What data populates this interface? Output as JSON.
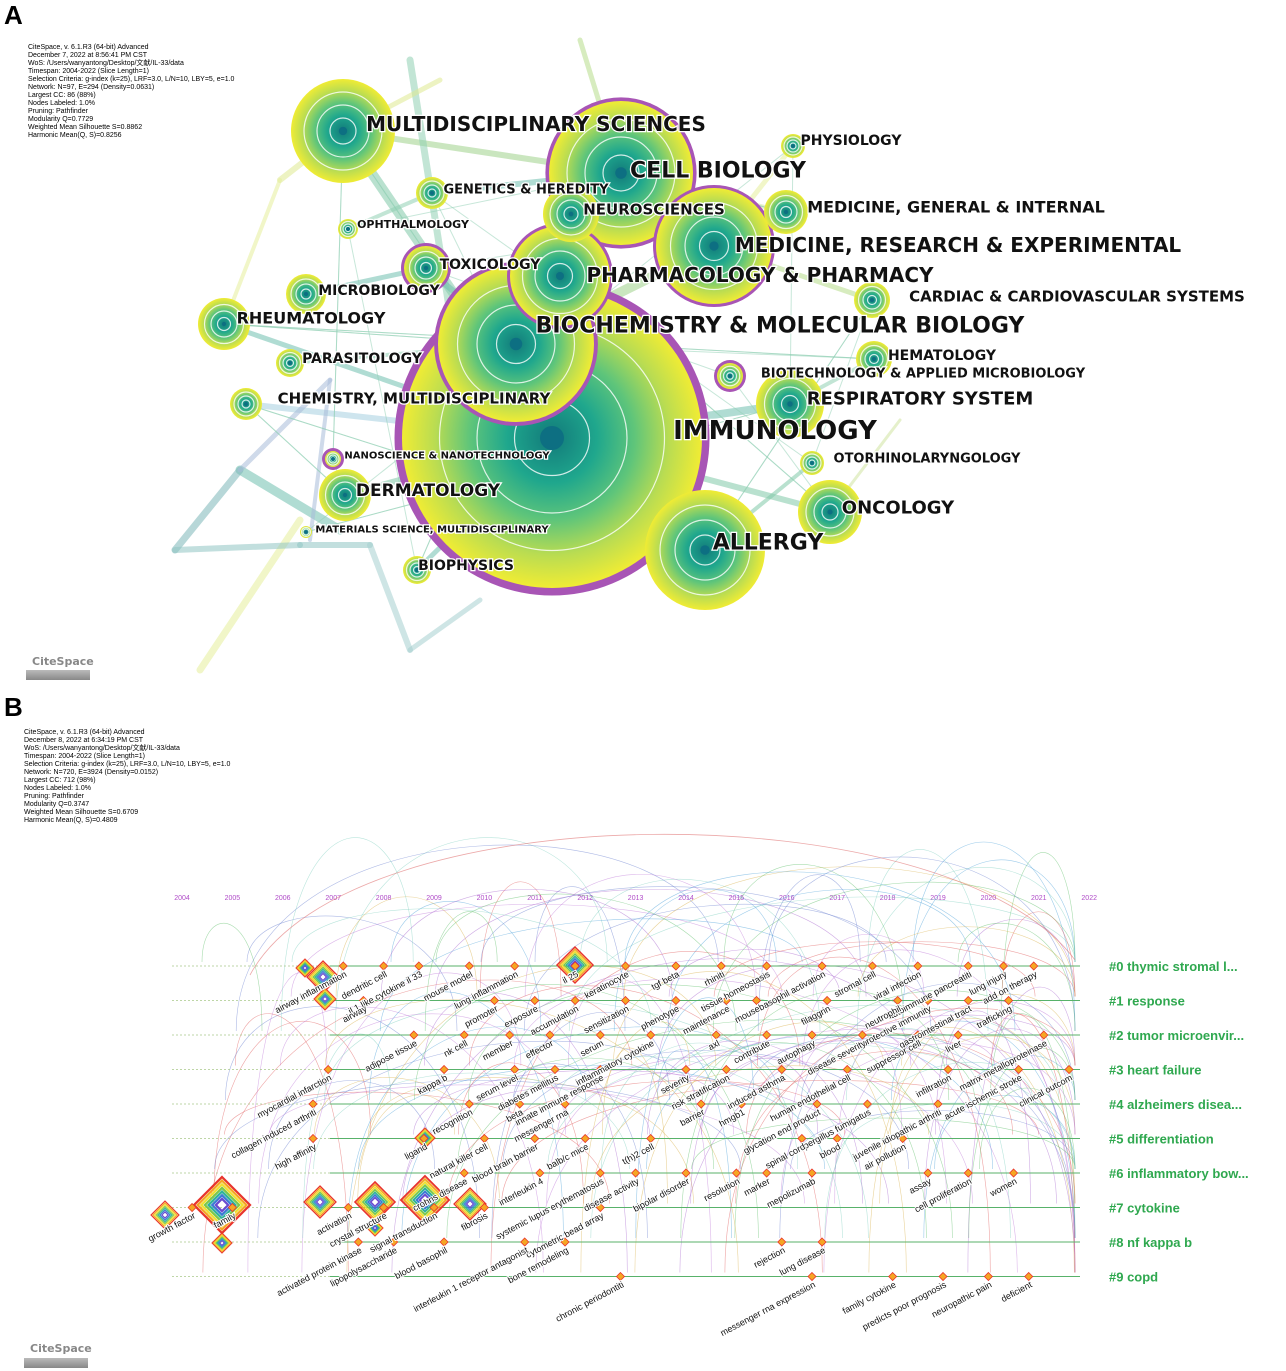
{
  "panelA": {
    "letter": "A",
    "meta": [
      "CiteSpace, v. 6.1.R3 (64-bit) Advanced",
      "December 7, 2022 at 8:56:41 PM CST",
      "WoS: /Users/wanyantong/Desktop/文献/IL-33/data",
      "Timespan: 2004-2022 (Slice Length=1)",
      "Selection Criteria: g-index (k=25), LRF=3.0, L/N=10, LBY=5, e=1.0",
      "Network: N=97, E=294 (Density=0.0631)",
      "Largest CC: 86 (88%)",
      "Nodes Labeled: 1.0%",
      "Pruning: Pathfinder",
      "Modularity Q=0.7729",
      "Weighted Mean Silhouette S=0.8862",
      "Harmonic Mean(Q, S)=0.8256"
    ],
    "logo": "CiteSpace",
    "nodes": [
      {
        "label": "IMMUNOLOGY",
        "size": "xl",
        "purple": true
      },
      {
        "label": "BIOCHEMISTRY & MOLECULAR BIOLOGY",
        "size": "l",
        "purple": true
      },
      {
        "label": "CELL BIOLOGY",
        "size": "l",
        "purple": true
      },
      {
        "label": "MULTIDISCIPLINARY SCIENCES",
        "size": "l",
        "purple": false
      },
      {
        "label": "MEDICINE, RESEARCH & EXPERIMENTAL",
        "size": "l",
        "purple": true
      },
      {
        "label": "PHARMACOLOGY & PHARMACY",
        "size": "l",
        "purple": true
      },
      {
        "label": "ALLERGY",
        "size": "l",
        "purple": false
      },
      {
        "label": "RESPIRATORY SYSTEM",
        "size": "m",
        "purple": false
      },
      {
        "label": "ONCOLOGY",
        "size": "m",
        "purple": false
      },
      {
        "label": "DERMATOLOGY",
        "size": "m",
        "purple": false
      },
      {
        "label": "RHEUMATOLOGY",
        "size": "m",
        "purple": false
      },
      {
        "label": "NEUROSCIENCES",
        "size": "m",
        "purple": false
      },
      {
        "label": "CHEMISTRY, MULTIDISCIPLINARY",
        "size": "m",
        "purple": false
      },
      {
        "label": "MICROBIOLOGY",
        "size": "s",
        "purple": false
      },
      {
        "label": "TOXICOLOGY",
        "size": "s",
        "purple": true
      },
      {
        "label": "GENETICS & HEREDITY",
        "size": "s",
        "purple": false
      },
      {
        "label": "PHYSIOLOGY",
        "size": "s",
        "purple": false
      },
      {
        "label": "MEDICINE, GENERAL & INTERNAL",
        "size": "s",
        "purple": false
      },
      {
        "label": "CARDIAC & CARDIOVASCULAR SYSTEMS",
        "size": "s",
        "purple": false
      },
      {
        "label": "HEMATOLOGY",
        "size": "s",
        "purple": false
      },
      {
        "label": "BIOTECHNOLOGY & APPLIED MICROBIOLOGY",
        "size": "s",
        "purple": true
      },
      {
        "label": "OTORHINOLARYNGOLOGY",
        "size": "s",
        "purple": false
      },
      {
        "label": "PARASITOLOGY",
        "size": "s",
        "purple": false
      },
      {
        "label": "OPHTHALMOLOGY",
        "size": "xs",
        "purple": false
      },
      {
        "label": "NANOSCIENCE & NANOTECHNOLOGY",
        "size": "xs",
        "purple": true
      },
      {
        "label": "MATERIALS SCIENCE, MULTIDISCIPLINARY",
        "size": "xs",
        "purple": false
      },
      {
        "label": "BIOPHYSICS",
        "size": "s",
        "purple": false
      }
    ]
  },
  "panelB": {
    "letter": "B",
    "meta": [
      "CiteSpace, v. 6.1.R3 (64-bit) Advanced",
      "December 8, 2022 at 6:34:19 PM CST",
      "WoS: /Users/wanyantong/Desktop/文献/IL-33/data",
      "Timespan: 2004-2022 (Slice Length=1)",
      "Selection Criteria: g-index (k=25), LRF=3.0, L/N=10, LBY=5, e=1.0",
      "Network: N=720, E=3924 (Density=0.0152)",
      "Largest CC: 712 (98%)",
      "Nodes Labeled: 1.0%",
      "Pruning: Pathfinder",
      "Modularity Q=0.3747",
      "Weighted Mean Silhouette S=0.6709",
      "Harmonic Mean(Q, S)=0.4809"
    ],
    "logo": "CiteSpace",
    "years": [
      "2004",
      "2005",
      "2006",
      "2007",
      "2008",
      "2009",
      "2010",
      "2011",
      "2012",
      "2013",
      "2014",
      "2015",
      "2016",
      "2017",
      "2018",
      "2019",
      "2020",
      "2021",
      "2022"
    ],
    "clusters": [
      "#0 thymic stromal l...",
      "#1 response",
      "#2 tumor microenvir...",
      "#3 heart failure",
      "#4 alzheimers disea...",
      "#5 differentiation",
      "#6 inflammatory bow...",
      "#7 cytokine",
      "#8 nf kappa b",
      "#9 copd"
    ],
    "keywords": [
      {
        "text": "airway inflammation",
        "lane": 0,
        "year": 2007.2
      },
      {
        "text": "dendritic cell",
        "lane": 0,
        "year": 2008.0
      },
      {
        "text": "il 1 like cytokine il 33",
        "lane": 0,
        "year": 2008.7
      },
      {
        "text": "mouse model",
        "lane": 0,
        "year": 2009.7
      },
      {
        "text": "lung inflammation",
        "lane": 0,
        "year": 2010.6
      },
      {
        "text": "il 25",
        "lane": 0,
        "year": 2011.8
      },
      {
        "text": "keratinocyte",
        "lane": 0,
        "year": 2012.8
      },
      {
        "text": "tgf beta",
        "lane": 0,
        "year": 2013.8
      },
      {
        "text": "rhiniti",
        "lane": 0,
        "year": 2014.7
      },
      {
        "text": "tissue homeostasis",
        "lane": 0,
        "year": 2015.6
      },
      {
        "text": "basophil activation",
        "lane": 0,
        "year": 2016.7
      },
      {
        "text": "stromal cell",
        "lane": 0,
        "year": 2017.7
      },
      {
        "text": "viral infection",
        "lane": 0,
        "year": 2018.6
      },
      {
        "text": "autoimmune pancreatiti",
        "lane": 0,
        "year": 2019.6
      },
      {
        "text": "lung injury",
        "lane": 0,
        "year": 2020.3
      },
      {
        "text": "add on therapy",
        "lane": 0,
        "year": 2020.9
      },
      {
        "text": "airway",
        "lane": 1,
        "year": 2007.6
      },
      {
        "text": "promoter",
        "lane": 1,
        "year": 2010.2
      },
      {
        "text": "exposure",
        "lane": 1,
        "year": 2011.0
      },
      {
        "text": "accumulation",
        "lane": 1,
        "year": 2011.8
      },
      {
        "text": "sensitization",
        "lane": 1,
        "year": 2012.8
      },
      {
        "text": "phenotype",
        "lane": 1,
        "year": 2013.8
      },
      {
        "text": "maintenance",
        "lane": 1,
        "year": 2014.8
      },
      {
        "text": "mouse",
        "lane": 1,
        "year": 2015.4
      },
      {
        "text": "filaggrin",
        "lane": 1,
        "year": 2016.8
      },
      {
        "text": "neutrophil",
        "lane": 1,
        "year": 2018.2
      },
      {
        "text": "protective immunity",
        "lane": 1,
        "year": 2018.8
      },
      {
        "text": "gastrointestinal tract",
        "lane": 1,
        "year": 2019.6
      },
      {
        "text": "trafficking",
        "lane": 1,
        "year": 2020.4
      },
      {
        "text": "matrix metalloproteinase",
        "lane": 2,
        "year": 2021.1
      },
      {
        "text": "adipose tissue",
        "lane": 2,
        "year": 2008.6
      },
      {
        "text": "nk cell",
        "lane": 2,
        "year": 2009.6
      },
      {
        "text": "member",
        "lane": 2,
        "year": 2010.5
      },
      {
        "text": "effector",
        "lane": 2,
        "year": 2011.3
      },
      {
        "text": "serum",
        "lane": 2,
        "year": 2012.3
      },
      {
        "text": "inflammatory cytokine",
        "lane": 2,
        "year": 2013.3
      },
      {
        "text": "axl",
        "lane": 2,
        "year": 2014.6
      },
      {
        "text": "contribute",
        "lane": 2,
        "year": 2015.6
      },
      {
        "text": "autophagy",
        "lane": 2,
        "year": 2016.5
      },
      {
        "text": "disease severity",
        "lane": 2,
        "year": 2017.5
      },
      {
        "text": "suppressor cell",
        "lane": 2,
        "year": 2018.6
      },
      {
        "text": "liver",
        "lane": 2,
        "year": 2019.4
      },
      {
        "text": "myocardial infarction",
        "lane": 3,
        "year": 2006.9
      },
      {
        "text": "kappa b",
        "lane": 3,
        "year": 2009.2
      },
      {
        "text": "serum level",
        "lane": 3,
        "year": 2010.6
      },
      {
        "text": "diabetes mellitus",
        "lane": 3,
        "year": 2011.4
      },
      {
        "text": "innate immune response",
        "lane": 3,
        "year": 2012.3
      },
      {
        "text": "severity",
        "lane": 3,
        "year": 2014.0
      },
      {
        "text": "risk stratification",
        "lane": 3,
        "year": 2014.8
      },
      {
        "text": "induced asthma",
        "lane": 3,
        "year": 2015.9
      },
      {
        "text": "human endothelial cell",
        "lane": 3,
        "year": 2017.2
      },
      {
        "text": "infiltration",
        "lane": 3,
        "year": 2019.2
      },
      {
        "text": "acute ischemic stroke",
        "lane": 3,
        "year": 2020.6
      },
      {
        "text": "clinical outcom",
        "lane": 3,
        "year": 2021.6
      },
      {
        "text": "collagen induced arthriti",
        "lane": 4,
        "year": 2006.6
      },
      {
        "text": "recognition",
        "lane": 4,
        "year": 2009.7
      },
      {
        "text": "beta",
        "lane": 4,
        "year": 2010.7
      },
      {
        "text": "messenger rna",
        "lane": 4,
        "year": 2011.6
      },
      {
        "text": "barrier",
        "lane": 4,
        "year": 2014.3
      },
      {
        "text": "hmgb1",
        "lane": 4,
        "year": 2015.1
      },
      {
        "text": "glycation end product",
        "lane": 4,
        "year": 2016.6
      },
      {
        "text": "aspergillus fumigatus",
        "lane": 4,
        "year": 2017.6
      },
      {
        "text": "juvenile idiopathic arthriti",
        "lane": 4,
        "year": 2019.0
      },
      {
        "text": "high affinity",
        "lane": 5,
        "year": 2006.6
      },
      {
        "text": "ligand",
        "lane": 5,
        "year": 2008.8
      },
      {
        "text": "natural killer cell",
        "lane": 5,
        "year": 2010.0
      },
      {
        "text": "blood brain barrier",
        "lane": 5,
        "year": 2011.0
      },
      {
        "text": "balb/c mice",
        "lane": 5,
        "year": 2012.0
      },
      {
        "text": "t(h)2 cell",
        "lane": 5,
        "year": 2013.3
      },
      {
        "text": "spinal cord",
        "lane": 5,
        "year": 2016.3
      },
      {
        "text": "blood",
        "lane": 5,
        "year": 2017.0
      },
      {
        "text": "air pollution",
        "lane": 5,
        "year": 2018.3
      },
      {
        "text": "crohns disease",
        "lane": 6,
        "year": 2009.6
      },
      {
        "text": "interleukin 4",
        "lane": 6,
        "year": 2011.1
      },
      {
        "text": "systemic lupus erythematosus",
        "lane": 6,
        "year": 2012.3
      },
      {
        "text": "disease activity",
        "lane": 6,
        "year": 2013.0
      },
      {
        "text": "bipolar disorder",
        "lane": 6,
        "year": 2014.0
      },
      {
        "text": "resolution",
        "lane": 6,
        "year": 2015.0
      },
      {
        "text": "marker",
        "lane": 6,
        "year": 2015.6
      },
      {
        "text": "mepolizumab",
        "lane": 6,
        "year": 2016.5
      },
      {
        "text": "assay",
        "lane": 6,
        "year": 2018.8
      },
      {
        "text": "cell proliferation",
        "lane": 6,
        "year": 2019.6
      },
      {
        "text": "women",
        "lane": 6,
        "year": 2020.5
      },
      {
        "text": "growth factor",
        "lane": 7,
        "year": 2004.2
      },
      {
        "text": "family",
        "lane": 7,
        "year": 2005.0
      },
      {
        "text": "activation",
        "lane": 7,
        "year": 2007.3
      },
      {
        "text": "crystal structure",
        "lane": 7,
        "year": 2008.0
      },
      {
        "text": "signal transduction",
        "lane": 7,
        "year": 2009.0
      },
      {
        "text": "fibrosis",
        "lane": 7,
        "year": 2010.0
      },
      {
        "text": "cytometric bead array",
        "lane": 7,
        "year": 2012.3
      },
      {
        "text": "activated protein kinase",
        "lane": 8,
        "year": 2007.5
      },
      {
        "text": "lipopolysaccharide",
        "lane": 8,
        "year": 2008.2
      },
      {
        "text": "blood basophil",
        "lane": 8,
        "year": 2009.2
      },
      {
        "text": "interleukin 1 receptor antagonist",
        "lane": 8,
        "year": 2010.8
      },
      {
        "text": "bone remodeling",
        "lane": 8,
        "year": 2011.6
      },
      {
        "text": "lung disease",
        "lane": 8,
        "year": 2016.7
      },
      {
        "text": "rejection",
        "lane": 8,
        "year": 2015.9
      },
      {
        "text": "chronic periodontiti",
        "lane": 9,
        "year": 2012.7
      },
      {
        "text": "messenger rna expression",
        "lane": 9,
        "year": 2016.5
      },
      {
        "text": "family cytokine",
        "lane": 9,
        "year": 2018.1
      },
      {
        "text": "predicts poor prognosis",
        "lane": 9,
        "year": 2019.1
      },
      {
        "text": "neuropathic pain",
        "lane": 9,
        "year": 2020.0
      },
      {
        "text": "deficient",
        "lane": 9,
        "year": 2020.8
      }
    ]
  },
  "colors": {
    "cluster_label": "#2fa84f",
    "year_label": "#b04cc8",
    "purple_ring": "#a855b5",
    "node_core": "#1fa78d",
    "node_outer": "#e8e83a"
  }
}
